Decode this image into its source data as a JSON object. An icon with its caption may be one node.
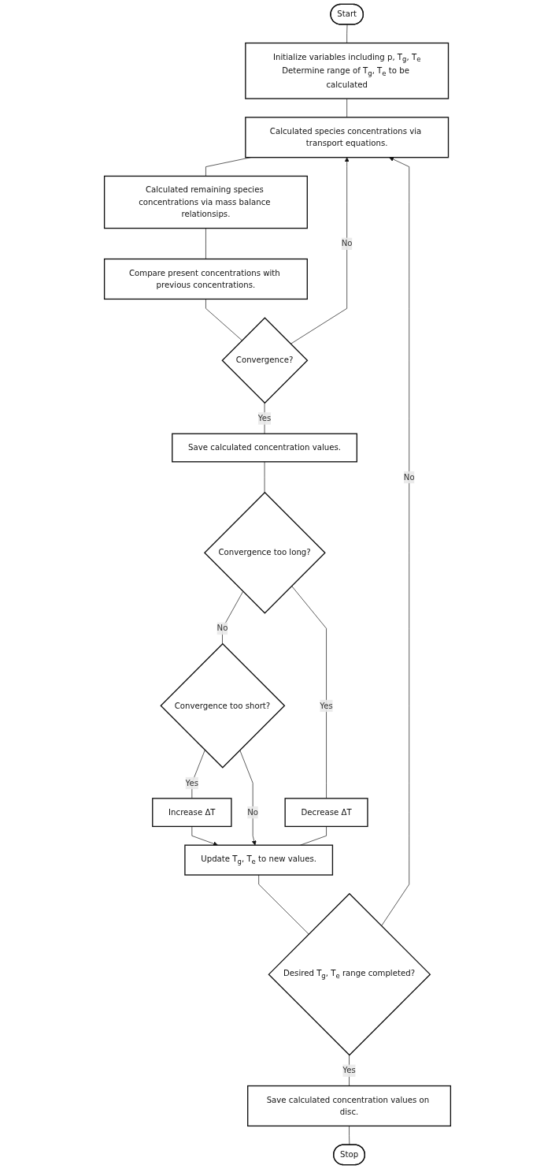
{
  "diagram": {
    "nodes": [
      {
        "text": [
          "Start"
        ]
      },
      {
        "text": [
          "Initialize variables including p, T$_{g}$, T$_{e}$",
          "Determine range of T$_{g}$, T$_{e}$ to be calculated"
        ]
      },
      {
        "text": [
          "Calculated species concentrations via transport equations."
        ]
      },
      {
        "text": [
          "Calculated remaining species concentrations via mass balance relationsips."
        ]
      },
      {
        "text": [
          "Compare present concentrations with previous concentrations."
        ]
      },
      {
        "text": [
          "Convergence?"
        ]
      },
      {
        "text": [
          "Save calculated concentration values."
        ]
      },
      {
        "text": [
          "Convergence too long?"
        ]
      },
      {
        "text": [
          "Convergence too short?"
        ]
      },
      {
        "text": [
          "Decrease ΔT"
        ]
      },
      {
        "text": [
          "Increase ΔT"
        ]
      },
      {
        "text": [
          "Update T$_{g}$, T$_{e}$ to new values."
        ]
      },
      {
        "text": [
          "Desired T$_{g}$, T$_{e}$ range completed?"
        ]
      },
      {
        "text": [
          "Save calculated concentration values on disc."
        ]
      },
      {
        "text": [
          "Stop"
        ]
      }
    ],
    "edges": [
      {
        "from": 0,
        "to": 1,
        "arrow": "none"
      },
      {
        "from": 1,
        "to": 2,
        "arrow": "none"
      },
      {
        "from": 2,
        "to": 3,
        "arrow": "none"
      },
      {
        "from": 3,
        "to": 4,
        "arrow": "none"
      },
      {
        "from": 4,
        "to": 5,
        "arrow": "none"
      },
      {
        "from": 5,
        "to": 2,
        "arrow": "to",
        "label": "No"
      },
      {
        "from": 5,
        "to": 6,
        "arrow": "none",
        "label": "Yes"
      },
      {
        "from": 6,
        "to": 7,
        "arrow": "none"
      },
      {
        "from": 7,
        "to": 8,
        "arrow": "none",
        "label": "No"
      },
      {
        "from": 7,
        "to": 9,
        "arrow": "none",
        "label": "Yes"
      },
      {
        "from": 8,
        "to": 10,
        "arrow": "none",
        "label": "Yes"
      },
      {
        "from": 8,
        "to": 11,
        "arrow": "to",
        "label": "No"
      },
      {
        "from": 9,
        "to": 11,
        "arrow": "none"
      },
      {
        "from": 10,
        "to": 11,
        "arrow": "to"
      },
      {
        "from": 11,
        "to": 12,
        "arrow": "none"
      },
      {
        "from": 12,
        "to": 2,
        "arrow": "to",
        "label": "No"
      },
      {
        "from": 12,
        "to": 13,
        "arrow": "none",
        "label": "Yes"
      },
      {
        "from": 13,
        "to": 14,
        "arrow": "none"
      }
    ]
  }
}
